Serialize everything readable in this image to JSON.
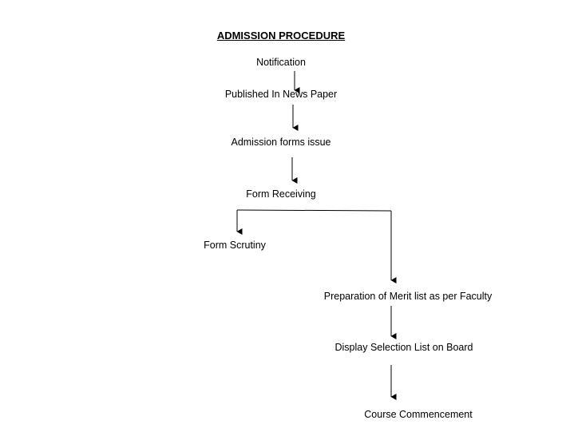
{
  "diagram": {
    "title": "ADMISSION PROCEDURE",
    "steps": {
      "notification": "Notification",
      "published": "Published In News Paper",
      "forms_issue": "Admission forms issue",
      "form_receiving": "Form Receiving",
      "form_scrutiny": "Form Scrutiny",
      "merit_list": "Preparation of Merit list as per Faculty",
      "display_selection": "Display Selection List on Board",
      "course_commencement": "Course Commencement"
    }
  }
}
